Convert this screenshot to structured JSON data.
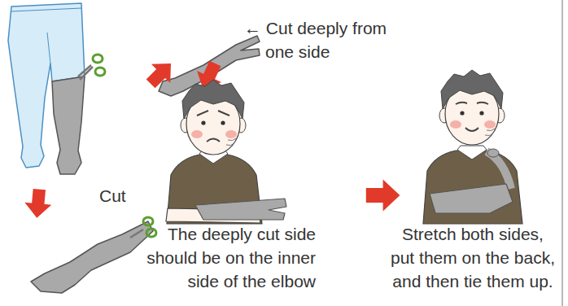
{
  "diagram": {
    "labels": [
      "Cut",
      "← Cut deeply from one side",
      "The deeply cut side should be on the inner side of the elbow",
      "Stretch both sides, put them on the back, and then tie them up."
    ]
  }
}
